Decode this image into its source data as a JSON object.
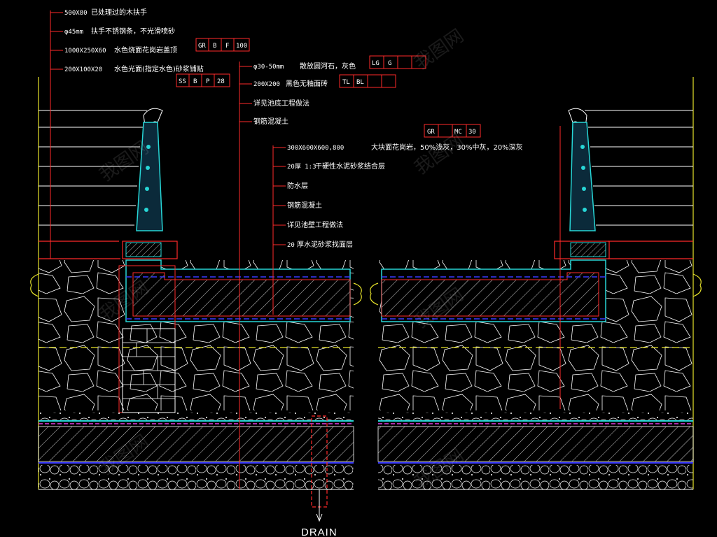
{
  "colors": {
    "background": "#000000",
    "leader_red": "#ff2a2a",
    "cyan": "#27d6d6",
    "yellow": "#e6e22a",
    "white": "#ffffff",
    "blue": "#3a3aff",
    "magenta": "#e63ae6"
  },
  "notes_top_left": [
    {
      "dim": "500X80",
      "text": "已处理过的木扶手"
    },
    {
      "dim": "φ45mm",
      "text": "扶手不锈钢条，不光滑喷砂"
    },
    {
      "dim": "1000X250X60",
      "text": "水色烧面花岗岩盖顶"
    },
    {
      "dim": "200X100X20",
      "text": "水色光面(指定水色)砂浆铺贴"
    }
  ],
  "notes_center": [
    {
      "dim": "φ30-50mm",
      "text": "散放圆河石，灰色"
    },
    {
      "dim": "200X200",
      "text": "黑色无釉面砖"
    },
    {
      "dim": "",
      "text": "详见池底工程做法"
    },
    {
      "dim": "",
      "text": "钢筋混凝土"
    }
  ],
  "notes_right": [
    {
      "dim": "300X600X600,800",
      "text": "大块面花岗岩，50%浅灰，30%中灰，20%深灰"
    },
    {
      "dim": "20厚 1:3",
      "text": "干硬性水泥砂浆结合层"
    },
    {
      "dim": "",
      "text": "防水层"
    },
    {
      "dim": "",
      "text": "钢筋混凝土"
    },
    {
      "dim": "",
      "text": "详见池壁工程做法"
    },
    {
      "dim": "20",
      "text": "厚水泥砂浆找面层"
    }
  ],
  "material_codes": [
    [
      "GR",
      "B",
      "F",
      "100"
    ],
    [
      "SS",
      "B",
      "P",
      "28"
    ],
    [
      "LG",
      "G",
      "",
      ""
    ],
    [
      "TL",
      "BL",
      "",
      ""
    ],
    [
      "GR",
      "",
      "MC",
      "30"
    ]
  ],
  "drain_label": "DRAIN",
  "watermark": "我图网"
}
